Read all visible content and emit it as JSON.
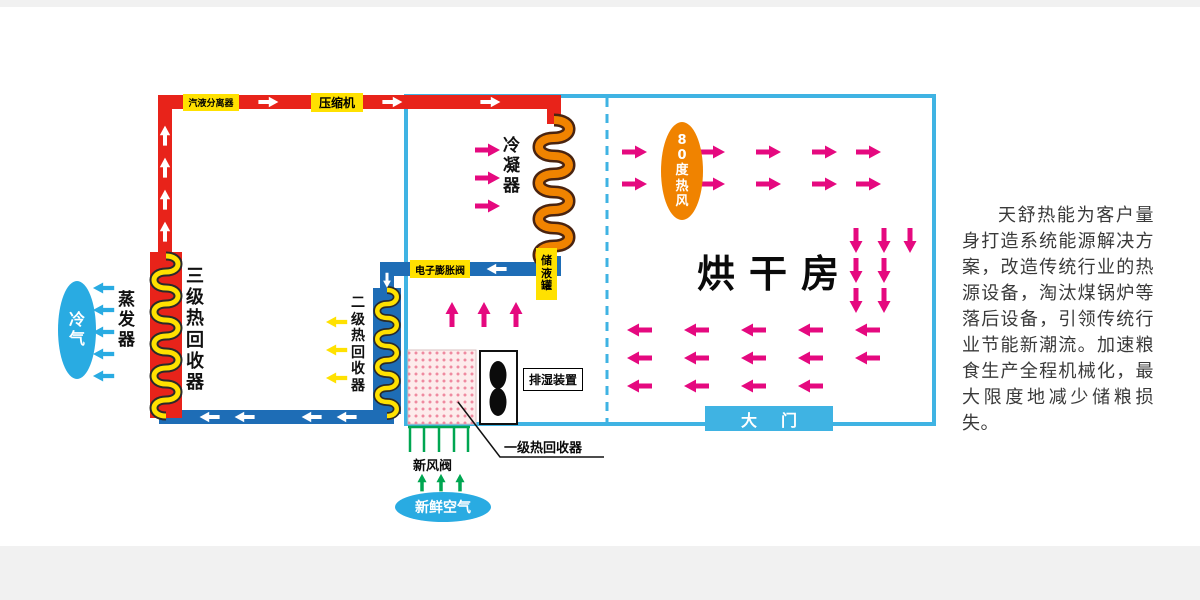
{
  "labels": {
    "vapor_liquid_separator": "汽液分离器",
    "compressor": "压缩机",
    "condenser": "冷凝器",
    "electronic_expansion_valve": "电子膨胀阀",
    "liquid_receiver": "储液罐",
    "third_stage_heat_recovery": "三级热回收器",
    "evaporator": "蒸发器",
    "cold_air": "冷气",
    "second_stage_heat_recovery": "二级热回收器",
    "first_stage_heat_recovery": "一级热回收器",
    "dehumidifier_unit": "排湿装置",
    "fresh_air_valve": "新风阀",
    "fresh_air": "新鲜空气",
    "hot_air_80deg": "80度热风",
    "drying_room": "烘干房",
    "main_door": "大门"
  },
  "description": "天舒热能为客户量身打造系统能源解决方案，改造传统行业的热源设备，淘汰煤锅炉等落后设备，引领传统行业节能新潮流。加速粮食生产全程机械化，最大限度地减少储粮损失。",
  "colors": {
    "hot_pipe_red": "#e8231a",
    "cold_pipe_blue": "#1e6db6",
    "room_border_cyan": "#3fb3e3",
    "component_label_yellow": "#ffe100",
    "hot_air_magenta": "#e5097f",
    "cold_air_cyan": "#29abe2",
    "fresh_air_green": "#00a651",
    "condenser_orange": "#f08300"
  }
}
